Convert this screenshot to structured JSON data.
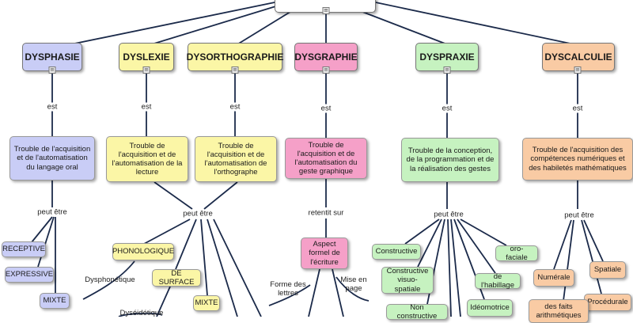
{
  "colors": {
    "blue": "#c9cdf6",
    "yellow": "#fbf6a6",
    "pink": "#f5a0c8",
    "green": "#c6f2c0",
    "orange": "#f9cba4",
    "line": "#1b2a4a"
  },
  "categories": {
    "dysphasie": {
      "title": "DYSPHASIE",
      "link": "est",
      "description": "Trouble de l'acquisition et de l'automatisation du langage oral",
      "sublink": "peut être",
      "types": [
        "RECEPTIVE",
        "EXPRESSIVE",
        "MIXTE"
      ]
    },
    "dyslexie": {
      "title": "DYSLEXIE",
      "link": "est",
      "description": "Trouble de l'acquisition et de l'automatisation de la lecture"
    },
    "dysorthographie": {
      "title": "DYSORTHOGRAPHIE",
      "link": "est",
      "description": "Trouble de l'acquisition et de l'automatisation de l'orthographe"
    },
    "dyslexie_dysortho_shared": {
      "sublink": "peut être",
      "types": [
        "PHONOLOGIQUE",
        "DE SURFACE",
        "MIXTE"
      ],
      "subtypes": [
        "Dysphonétique",
        "Dyséidétique"
      ]
    },
    "dysgraphie": {
      "title": "DYSGRAPHIE",
      "link": "est",
      "description": "Trouble de l'acquisition et de l'automatisation du geste graphique",
      "sublink": "retentit sur",
      "aspect": "Aspect formel de l'écriture",
      "aspects": [
        "Forme des lettres",
        "Mise en page"
      ]
    },
    "dyspraxie": {
      "title": "DYSPRAXIE",
      "link": "est",
      "description": "Trouble de la conception, de la programmation et de la réalisation des gestes",
      "sublink": "peut être",
      "types": [
        "Constructive",
        "Constructive visuo-spatiale",
        "Non constructive",
        "oro-faciale",
        "de l'habillage",
        "Idéomotrice"
      ]
    },
    "dyscalculie": {
      "title": "DYSCALCULIE",
      "link": "est",
      "description": "Trouble de l'acquisition des compétences numériques et des habiletés mathématiques",
      "sublink": "peut être",
      "types": [
        "Numérale",
        "Spatiale",
        "Procédurale",
        "des faits arithmétiques"
      ]
    }
  }
}
